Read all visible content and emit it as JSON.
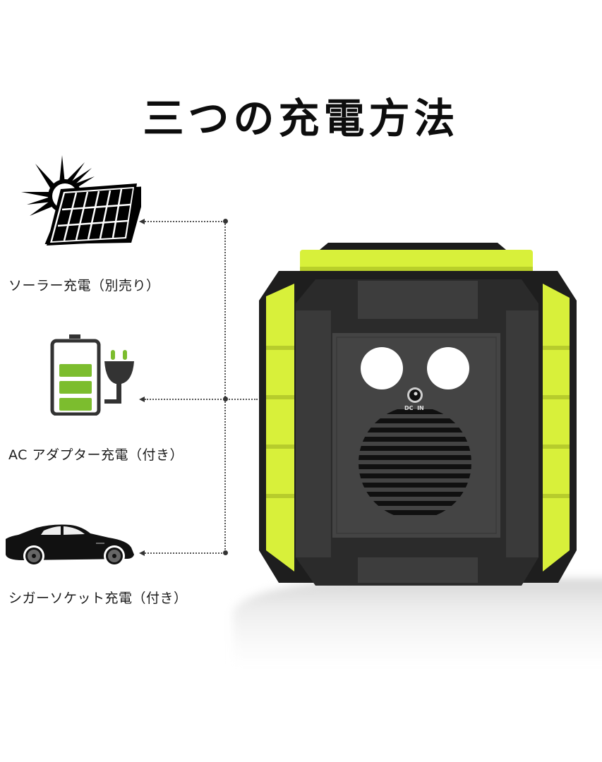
{
  "title": "三つの充電方法",
  "methods": [
    {
      "label": "ソーラー充電（別売り）",
      "icon": "solar-panel-icon"
    },
    {
      "label": "AC アダプター充電（付き）",
      "icon": "battery-plug-icon"
    },
    {
      "label": "シガーソケット充電（付き）",
      "icon": "car-icon"
    }
  ],
  "device": {
    "port_label": "DC  IN",
    "colors": {
      "accent": "#d8f03a",
      "body": "#3a3a3a",
      "body_dark": "#1e1e1e",
      "panel": "#444444"
    }
  },
  "icon_colors": {
    "battery_green": "#7cbd2e",
    "icon_dark": "#333333"
  }
}
